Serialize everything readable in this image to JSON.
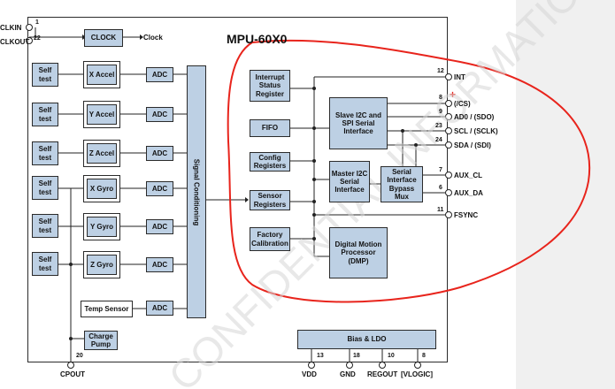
{
  "chip_title": "MPU-60X0",
  "watermark": "CONFIDENTIAL INFORMATION",
  "clock": {
    "block": "CLOCK",
    "output": "Clock",
    "pin_in": {
      "name": "CLKIN",
      "num": "1"
    },
    "pin_out": {
      "name": "CLKOUT",
      "num": "22"
    }
  },
  "sensors": [
    {
      "self_test": "Self test",
      "name": "X Accel",
      "adc": "ADC"
    },
    {
      "self_test": "Self test",
      "name": "Y Accel",
      "adc": "ADC"
    },
    {
      "self_test": "Self test",
      "name": "Z Accel",
      "adc": "ADC"
    },
    {
      "self_test": "Self test",
      "name": "X Gyro",
      "adc": "ADC"
    },
    {
      "self_test": "Self test",
      "name": "Y Gyro",
      "adc": "ADC"
    },
    {
      "self_test": "Self test",
      "name": "Z Gyro",
      "adc": "ADC"
    }
  ],
  "temp_sensor": {
    "name": "Temp Sensor",
    "adc": "ADC"
  },
  "signal_conditioning": "Signal Conditioning",
  "charge_pump": "Charge Pump",
  "blocks": {
    "interrupt": "Interrupt Status Register",
    "fifo": "FIFO",
    "config": "Config Registers",
    "sensor_regs": "Sensor Registers",
    "factory": "Factory Calibration",
    "slave": "Slave I2C and SPI Serial Interface",
    "master": "Master I2C Serial Interface",
    "bypass": "Serial Interface Bypass Mux",
    "dmp": "Digital Motion Processor (DMP)",
    "bias": "Bias & LDO"
  },
  "right_pins": [
    {
      "num": "12",
      "name": "INT"
    },
    {
      "num": "8",
      "name": "(/CS)"
    },
    {
      "num": "9",
      "name": "AD0 / (SDO)"
    },
    {
      "num": "23",
      "name": "SCL / (SCLK)"
    },
    {
      "num": "24",
      "name": "SDA / (SDI)"
    },
    {
      "num": "7",
      "name": "AUX_CL"
    },
    {
      "num": "6",
      "name": "AUX_DA"
    },
    {
      "num": "11",
      "name": "FSYNC"
    }
  ],
  "bottom_pins": [
    {
      "num": "20",
      "name": "CPOUT"
    },
    {
      "num": "13",
      "name": "VDD"
    },
    {
      "num": "18",
      "name": "GND"
    },
    {
      "num": "10",
      "name": "REGOUT"
    },
    {
      "num": "8",
      "name": "[VLOGIC]"
    }
  ],
  "annotation_color": "#e8241c",
  "block_color": "#bdd0e4"
}
